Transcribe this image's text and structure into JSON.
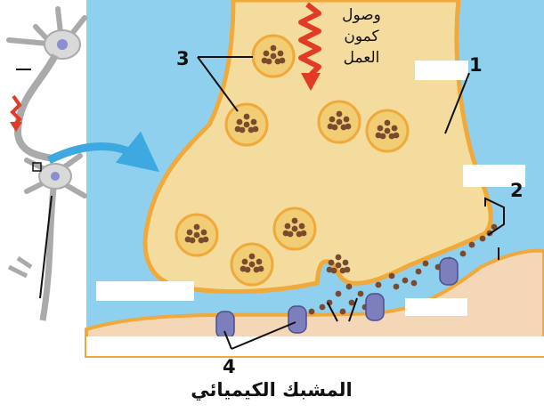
{
  "labels": {
    "l1": "1",
    "l2": "2",
    "l3": "3",
    "l4": "4"
  },
  "arrival_text": {
    "line1": "وصول",
    "line2": "كمون",
    "line3": "العمل"
  },
  "caption": "المشبك الكيميائي",
  "colors": {
    "extracellular": "#8fd0ee",
    "terminal": "#f4dc9e",
    "membrane": "#f0a93a",
    "vesicle": "#f1cd76",
    "neurotransmitter": "#7a4a2e",
    "postsynaptic": "#f3d7b7",
    "receptor": "#7d7fbd",
    "action_potential_arrow": "#e13a25",
    "transfer_arrow": "#3ea9e0"
  }
}
